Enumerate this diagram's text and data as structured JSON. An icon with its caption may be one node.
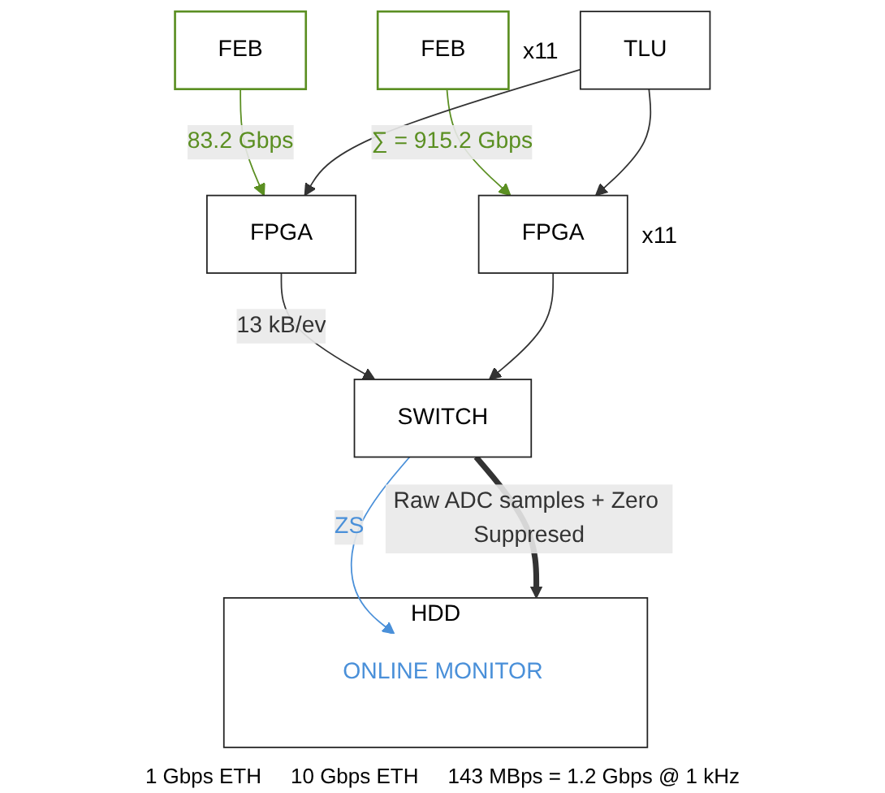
{
  "diagram": {
    "nodes": [
      {
        "text": [
          "FEB"
        ]
      },
      {
        "text": [
          "FEB"
        ],
        "beside": [
          "x11"
        ]
      },
      {
        "text": [
          "TLU"
        ]
      },
      {
        "text": [
          "FPGA"
        ]
      },
      {
        "text": [
          "FPGA"
        ],
        "beside": [
          "x11"
        ]
      },
      {
        "text": [
          "SWITCH"
        ]
      },
      {
        "text": [
          "HDD"
        ]
      },
      {
        "text": [
          "ONLINE MONITOR"
        ],
        "in": 6
      }
    ],
    "edges": [
      {
        "from": 0,
        "to": 3,
        "arrow": "to",
        "label": "83.2 Gbps",
        "color": "#5b8f22"
      },
      {
        "from": 1,
        "to": 4,
        "arrow": "to",
        "label": "∑ = 915.2 Gbps",
        "color": "#5b8f22"
      },
      {
        "from": 2,
        "to": 3,
        "arrow": "to"
      },
      {
        "from": 2,
        "to": 4,
        "arrow": "to"
      },
      {
        "from": 3,
        "to": 5,
        "arrow": "to",
        "label": "13 kB/ev"
      },
      {
        "from": 4,
        "to": 5,
        "arrow": "to"
      },
      {
        "from": 5,
        "to": 6,
        "arrow": "to",
        "label": "Raw ADC samples + Zero Suppresed",
        "style": "thick"
      },
      {
        "from": 5,
        "to": 7,
        "arrow": "to",
        "label": "ZS",
        "color": "#4a90d9"
      }
    ],
    "labels": [
      "1 Gbps ETH",
      "10 Gbps ETH",
      "143 MBps = 1.2 Gbps @ 1 kHz"
    ]
  }
}
